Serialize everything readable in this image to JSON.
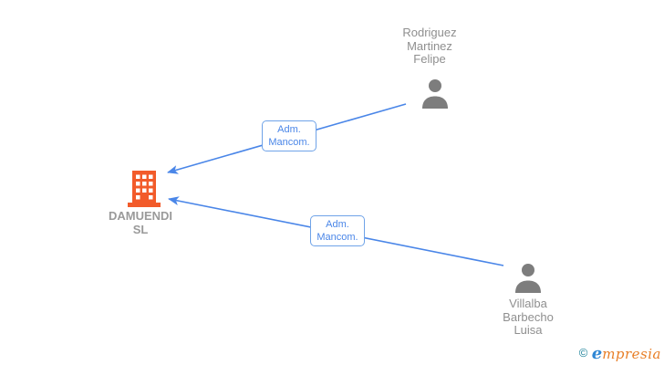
{
  "company": {
    "lines": [
      "DAMUENDI",
      "SL"
    ]
  },
  "persons": [
    {
      "lines": [
        "Rodriguez",
        "Martinez",
        "Felipe"
      ]
    },
    {
      "lines": [
        "Villalba",
        "Barbecho",
        "Luisa"
      ]
    }
  ],
  "edges": [
    {
      "label_lines": [
        "Adm.",
        "Mancom."
      ]
    },
    {
      "label_lines": [
        "Adm.",
        "Mancom."
      ]
    }
  ],
  "watermark": {
    "copyright": "©",
    "brand_first": "e",
    "brand_rest": "mpresia"
  },
  "colors": {
    "edge_blue": "#4a86e8",
    "edge_label_border": "#6fa3e8",
    "edge_label_text": "#4a86e8",
    "person_icon_gray": "#7d7d7d",
    "person_name_gray": "#8f8f8f",
    "company_name_gray": "#9a9a9a",
    "building_orange": "#f25b2a",
    "watermark_teal": "#1a8199",
    "watermark_blue": "#2e86d4",
    "watermark_orange": "#e87e26"
  }
}
